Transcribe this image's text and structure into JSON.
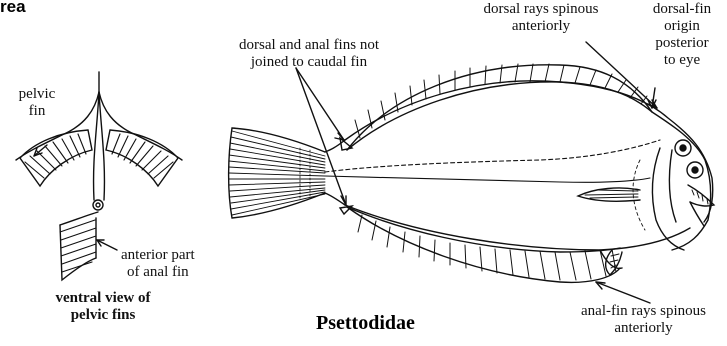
{
  "header_fragment": "rea",
  "labels": {
    "dorsal_anal_not_joined": [
      "dorsal and anal fins not",
      "joined to caudal fin"
    ],
    "dorsal_rays_spinous": [
      "dorsal rays spinous",
      "anteriorly"
    ],
    "dorsal_fin_origin": [
      "dorsal-fin",
      "origin",
      "posterior",
      "to eye"
    ],
    "pelvic_fin": [
      "pelvic",
      "fin"
    ],
    "anterior_anal": [
      "anterior part",
      "of anal fin"
    ],
    "ventral_view": [
      "ventral view of",
      "pelvic fins"
    ],
    "anal_rays_spinous": [
      "anal-fin rays spinous",
      "anteriorly"
    ]
  },
  "family_name": "Psettodidae"
}
